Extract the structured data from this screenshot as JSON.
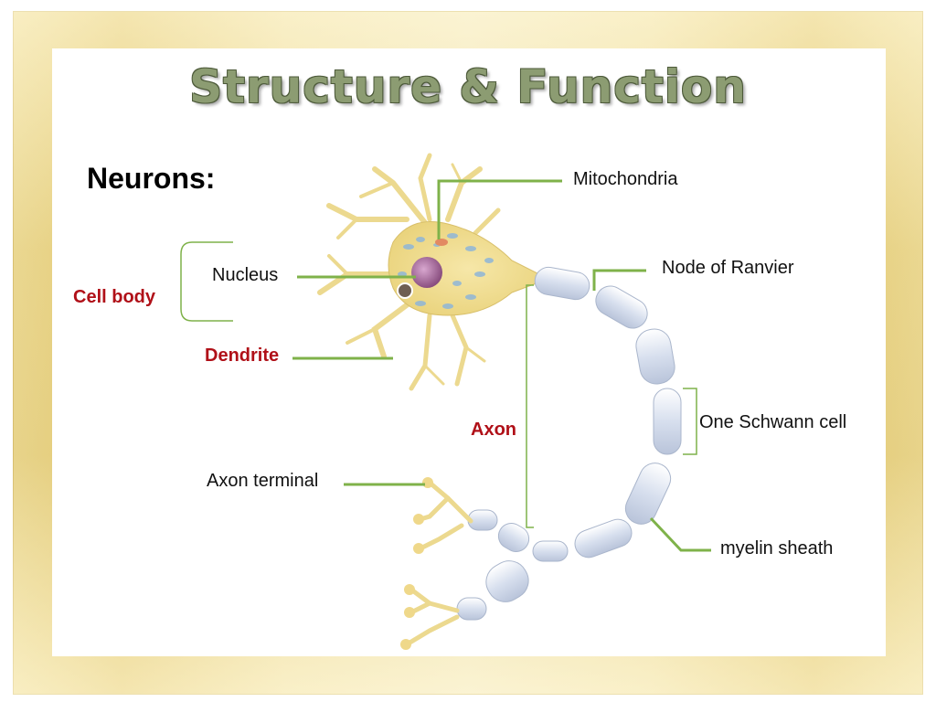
{
  "slide": {
    "title": "Structure & Function",
    "heading": "Neurons:"
  },
  "labels": {
    "mitochondria": "Mitochondria",
    "nucleus": "Nucleus",
    "cell_body": "Cell body",
    "dendrite": "Dendrite",
    "node_of_ranvier": "Node of Ranvier",
    "one_schwann_cell": "One Schwann cell",
    "axon": "Axon",
    "axon_terminal": "Axon terminal",
    "myelin_sheath": "myelin sheath"
  },
  "colors": {
    "leader_line": "#7fb24a",
    "accent_label": "#b01018",
    "dendrite": "#f0e2a0",
    "myelin": "#dfe6f2",
    "nucleus": "#9a5a8c"
  }
}
